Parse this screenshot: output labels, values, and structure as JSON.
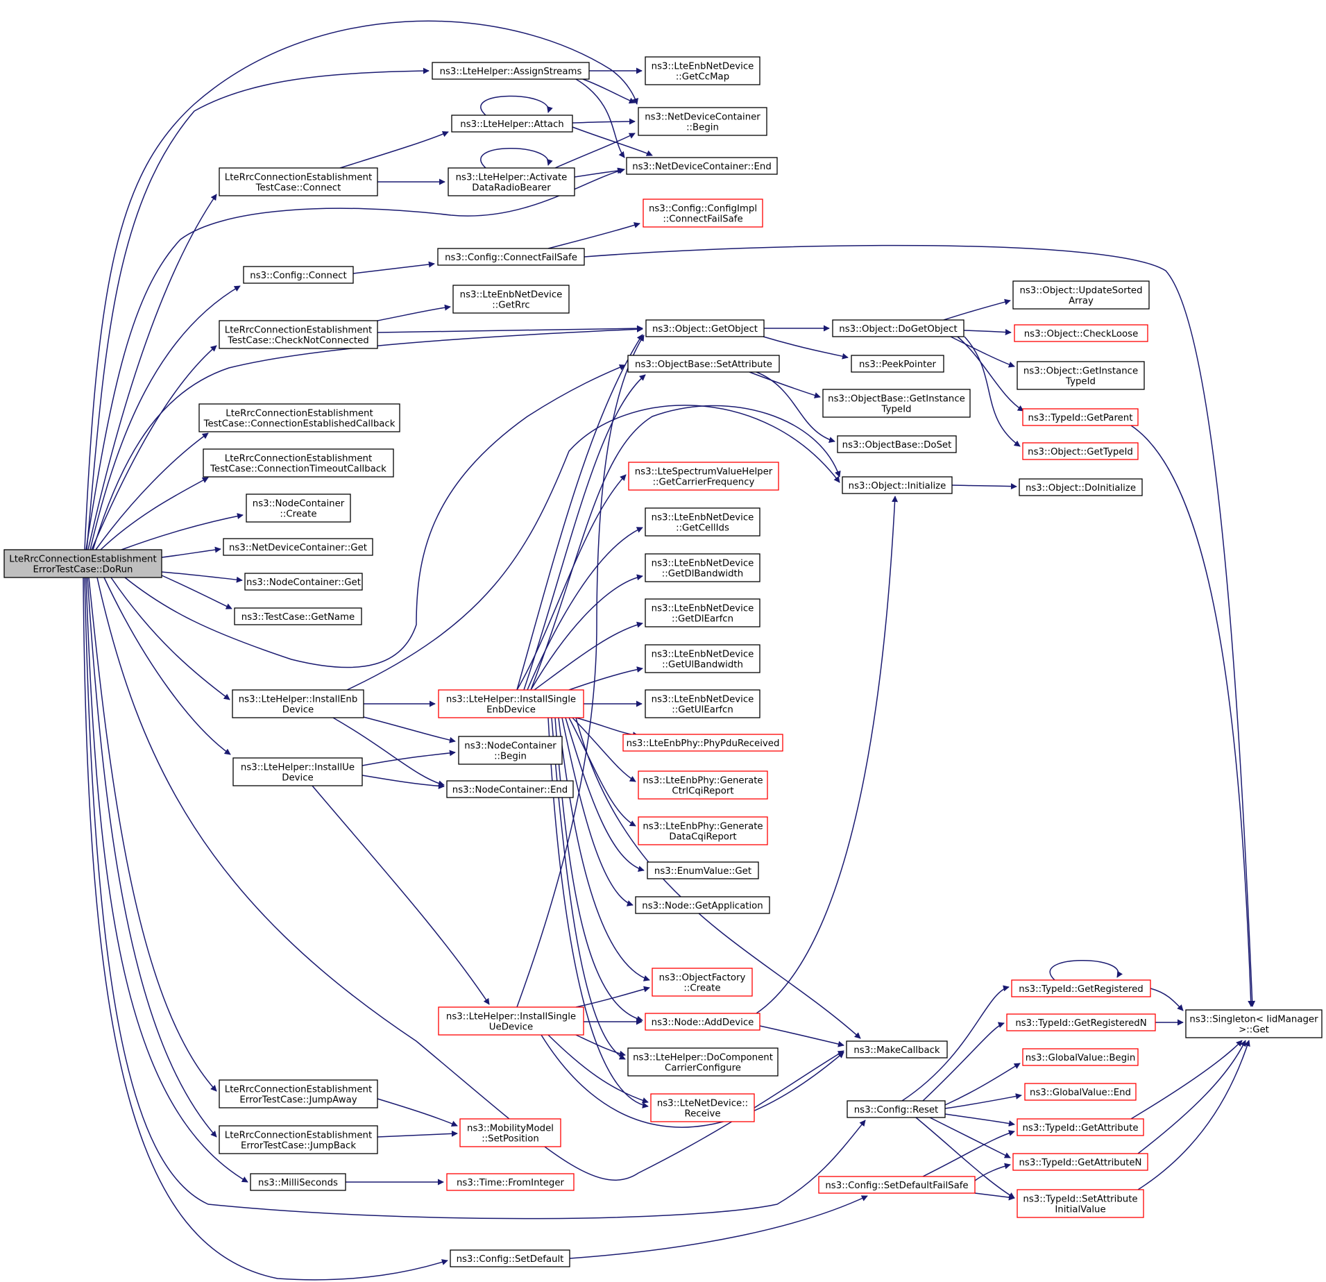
{
  "colors": {
    "edge": "#191970",
    "node_border_normal": "#000000",
    "node_border_truncated": "#ff0000",
    "root_fill": "#bfbfbf",
    "node_fill": "#ffffff"
  },
  "nodes": {
    "root": {
      "lines": [
        "LteRrcConnectionEstablishment",
        "ErrorTestCase::DoRun"
      ],
      "style": "root"
    },
    "lteAssign": {
      "lines": [
        "ns3::LteHelper::AssignStreams"
      ],
      "style": "normal"
    },
    "lteEnbGetCcMap": {
      "lines": [
        "ns3::LteEnbNetDevice",
        "::GetCcMap"
      ],
      "style": "normal"
    },
    "ndcBegin": {
      "lines": [
        "ns3::NetDeviceContainer",
        "::Begin"
      ],
      "style": "normal"
    },
    "lteAttach": {
      "lines": [
        "ns3::LteHelper::Attach"
      ],
      "style": "normal"
    },
    "ndcEnd": {
      "lines": [
        "ns3::NetDeviceContainer::End"
      ],
      "style": "normal"
    },
    "tcConnect": {
      "lines": [
        "LteRrcConnectionEstablishment",
        "TestCase::Connect"
      ],
      "style": "normal"
    },
    "lteActivate": {
      "lines": [
        "ns3::LteHelper::Activate",
        "DataRadioBearer"
      ],
      "style": "normal"
    },
    "cfgImplConnect": {
      "lines": [
        "ns3::Config::ConfigImpl",
        "::ConnectFailSafe"
      ],
      "style": "truncated"
    },
    "cfgConnectFS": {
      "lines": [
        "ns3::Config::ConnectFailSafe"
      ],
      "style": "normal"
    },
    "cfgConnect": {
      "lines": [
        "ns3::Config::Connect"
      ],
      "style": "normal"
    },
    "lteEnbGetRrc": {
      "lines": [
        "ns3::LteEnbNetDevice",
        "::GetRrc"
      ],
      "style": "normal"
    },
    "tcCheckNot": {
      "lines": [
        "LteRrcConnectionEstablishment",
        "TestCase::CheckNotConnected"
      ],
      "style": "normal"
    },
    "objGetObject": {
      "lines": [
        "ns3::Object::GetObject"
      ],
      "style": "normal"
    },
    "objDoGetObject": {
      "lines": [
        "ns3::Object::DoGetObject"
      ],
      "style": "normal"
    },
    "objUpdateSorted": {
      "lines": [
        "ns3::Object::UpdateSorted",
        "Array"
      ],
      "style": "normal"
    },
    "objCheckLoose": {
      "lines": [
        "ns3::Object::CheckLoose"
      ],
      "style": "truncated"
    },
    "peekPointer": {
      "lines": [
        "ns3::PeekPointer"
      ],
      "style": "normal"
    },
    "objBaseSetAttr": {
      "lines": [
        "ns3::ObjectBase::SetAttribute"
      ],
      "style": "normal"
    },
    "objGetInstance": {
      "lines": [
        "ns3::Object::GetInstance",
        "TypeId"
      ],
      "style": "normal"
    },
    "objBaseGetInstance": {
      "lines": [
        "ns3::ObjectBase::GetInstance",
        "TypeId"
      ],
      "style": "normal"
    },
    "typeIdGetParent": {
      "lines": [
        "ns3::TypeId::GetParent"
      ],
      "style": "truncated"
    },
    "tcConnEstCb": {
      "lines": [
        "LteRrcConnectionEstablishment",
        "TestCase::ConnectionEstablishedCallback"
      ],
      "style": "normal"
    },
    "objBaseDoSet": {
      "lines": [
        "ns3::ObjectBase::DoSet"
      ],
      "style": "normal"
    },
    "objGetTypeId": {
      "lines": [
        "ns3::Object::GetTypeId"
      ],
      "style": "truncated"
    },
    "tcConnTimeoutCb": {
      "lines": [
        "LteRrcConnectionEstablishment",
        "TestCase::ConnectionTimeoutCallback"
      ],
      "style": "normal"
    },
    "lteSpecGetCarrier": {
      "lines": [
        "ns3::LteSpectrumValueHelper",
        "::GetCarrierFrequency"
      ],
      "style": "truncated"
    },
    "objInitialize": {
      "lines": [
        "ns3::Object::Initialize"
      ],
      "style": "normal"
    },
    "objDoInitialize": {
      "lines": [
        "ns3::Object::DoInitialize"
      ],
      "style": "normal"
    },
    "ncCreate": {
      "lines": [
        "ns3::NodeContainer",
        "::Create"
      ],
      "style": "normal"
    },
    "lteEnbGetCellIds": {
      "lines": [
        "ns3::LteEnbNetDevice",
        "::GetCellIds"
      ],
      "style": "normal"
    },
    "ndcGet": {
      "lines": [
        "ns3::NetDeviceContainer::Get"
      ],
      "style": "normal"
    },
    "lteEnbGetDlBw": {
      "lines": [
        "ns3::LteEnbNetDevice",
        "::GetDlBandwidth"
      ],
      "style": "normal"
    },
    "root2": {
      "lines": [],
      "style": "hidden"
    },
    "ncGet": {
      "lines": [
        "ns3::NodeContainer::Get"
      ],
      "style": "normal"
    },
    "tcGetName": {
      "lines": [
        "ns3::TestCase::GetName"
      ],
      "style": "normal"
    },
    "lteEnbGetDlEarfcn": {
      "lines": [
        "ns3::LteEnbNetDevice",
        "::GetDlEarfcn"
      ],
      "style": "normal"
    },
    "lteEnbGetUlBw": {
      "lines": [
        "ns3::LteEnbNetDevice",
        "::GetUlBandwidth"
      ],
      "style": "normal"
    },
    "lteInstallEnb": {
      "lines": [
        "ns3::LteHelper::InstallEnb",
        "Device"
      ],
      "style": "normal"
    },
    "lteInstallSingleEnb": {
      "lines": [
        "ns3::LteHelper::InstallSingle",
        "EnbDevice"
      ],
      "style": "truncated"
    },
    "lteEnbGetUlEarfcn": {
      "lines": [
        "ns3::LteEnbNetDevice",
        "::GetUlEarfcn"
      ],
      "style": "normal"
    },
    "lteEnbPhyPdu": {
      "lines": [
        "ns3::LteEnbPhy::PhyPduReceived"
      ],
      "style": "truncated"
    },
    "ncBegin": {
      "lines": [
        "ns3::NodeContainer",
        "::Begin"
      ],
      "style": "normal"
    },
    "lteInstallUe": {
      "lines": [
        "ns3::LteHelper::InstallUe",
        "Device"
      ],
      "style": "normal"
    },
    "ncEnd": {
      "lines": [
        "ns3::NodeContainer::End"
      ],
      "style": "normal"
    },
    "lteEnbPhyCtrlCqi": {
      "lines": [
        "ns3::LteEnbPhy::Generate",
        "CtrlCqiReport"
      ],
      "style": "truncated"
    },
    "lteEnbPhyDataCqi": {
      "lines": [
        "ns3::LteEnbPhy::Generate",
        "DataCqiReport"
      ],
      "style": "truncated"
    },
    "enumValueGet": {
      "lines": [
        "ns3::EnumValue::Get"
      ],
      "style": "normal"
    },
    "nodeGetApp": {
      "lines": [
        "ns3::Node::GetApplication"
      ],
      "style": "normal"
    },
    "objFactoryCreate": {
      "lines": [
        "ns3::ObjectFactory",
        "::Create"
      ],
      "style": "truncated"
    },
    "typeIdGetRegistered": {
      "lines": [
        "ns3::TypeId::GetRegistered"
      ],
      "style": "truncated"
    },
    "lteInstallSingleUe": {
      "lines": [
        "ns3::LteHelper::InstallSingle",
        "UeDevice"
      ],
      "style": "truncated"
    },
    "nodeAddDevice": {
      "lines": [
        "ns3::Node::AddDevice"
      ],
      "style": "truncated"
    },
    "singletonGet": {
      "lines": [
        "ns3::Singleton< IidManager",
        " >::Get"
      ],
      "style": "normal"
    },
    "typeIdGetRegisteredN": {
      "lines": [
        "ns3::TypeId::GetRegisteredN"
      ],
      "style": "truncated"
    },
    "makeCallback": {
      "lines": [
        "ns3::MakeCallback"
      ],
      "style": "normal"
    },
    "lteDoCCConfigure": {
      "lines": [
        "ns3::LteHelper::DoComponent",
        "CarrierConfigure"
      ],
      "style": "normal"
    },
    "globalValueBegin": {
      "lines": [
        "ns3::GlobalValue::Begin"
      ],
      "style": "truncated"
    },
    "tcJumpAway": {
      "lines": [
        "LteRrcConnectionEstablishment",
        "ErrorTestCase::JumpAway"
      ],
      "style": "normal"
    },
    "globalValueEnd": {
      "lines": [
        "ns3::GlobalValue::End"
      ],
      "style": "truncated"
    },
    "lteNetDevReceive": {
      "lines": [
        "ns3::LteNetDevice::",
        "Receive"
      ],
      "style": "truncated"
    },
    "cfgReset": {
      "lines": [
        "ns3::Config::Reset"
      ],
      "style": "normal"
    },
    "tcJumpBack": {
      "lines": [
        "LteRrcConnectionEstablishment",
        "ErrorTestCase::JumpBack"
      ],
      "style": "normal"
    },
    "mobilitySetPos": {
      "lines": [
        "ns3::MobilityModel",
        "::SetPosition"
      ],
      "style": "truncated"
    },
    "typeIdGetAttr": {
      "lines": [
        "ns3::TypeId::GetAttribute"
      ],
      "style": "truncated"
    },
    "milliSeconds": {
      "lines": [
        "ns3::MilliSeconds"
      ],
      "style": "normal"
    },
    "timeFromInteger": {
      "lines": [
        "ns3::Time::FromInteger"
      ],
      "style": "truncated"
    },
    "typeIdGetAttrN": {
      "lines": [
        "ns3::TypeId::GetAttributeN"
      ],
      "style": "truncated"
    },
    "cfgSetDefaultFS": {
      "lines": [
        "ns3::Config::SetDefaultFailSafe"
      ],
      "style": "truncated"
    },
    "typeIdSetAttrInit": {
      "lines": [
        "ns3::TypeId::SetAttribute",
        "InitialValue"
      ],
      "style": "truncated"
    },
    "cfgSetDefault": {
      "lines": [
        "ns3::Config::SetDefault"
      ],
      "style": "normal"
    }
  }
}
